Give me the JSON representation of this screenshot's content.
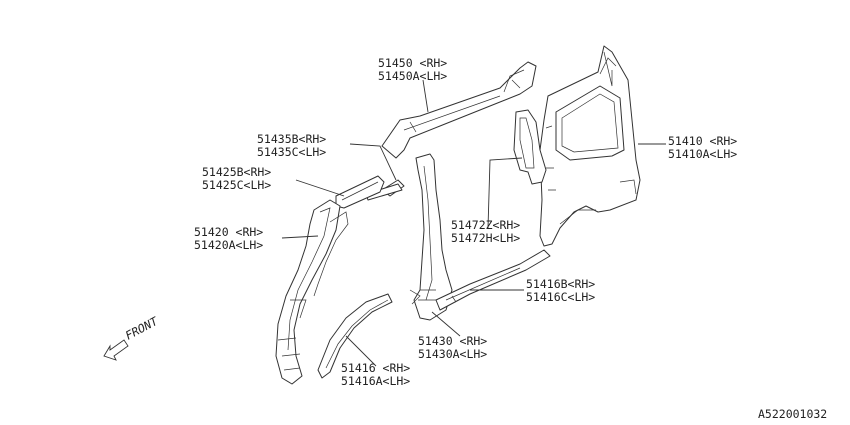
{
  "labels": {
    "p51450": {
      "rh": "51450 <RH>",
      "lh": "51450A<LH>"
    },
    "p51435": {
      "rh": "51435B<RH>",
      "lh": "51435C<LH>"
    },
    "p51425": {
      "rh": "51425B<RH>",
      "lh": "51425C<LH>"
    },
    "p51420": {
      "rh": "51420 <RH>",
      "lh": "51420A<LH>"
    },
    "p51410": {
      "rh": "51410 <RH>",
      "lh": "51410A<LH>"
    },
    "p51472": {
      "rh": "51472Z<RH>",
      "lh": "51472H<LH>"
    },
    "p51416b": {
      "rh": "51416B<RH>",
      "lh": "51416C<LH>"
    },
    "p51430": {
      "rh": "51430 <RH>",
      "lh": "51430A<LH>"
    },
    "p51416": {
      "rh": "51416 <RH>",
      "lh": "51416A<LH>"
    }
  },
  "front_label": "FRONT",
  "diagram_code": "A522001032",
  "icons": {
    "front": "front-arrow-icon"
  }
}
